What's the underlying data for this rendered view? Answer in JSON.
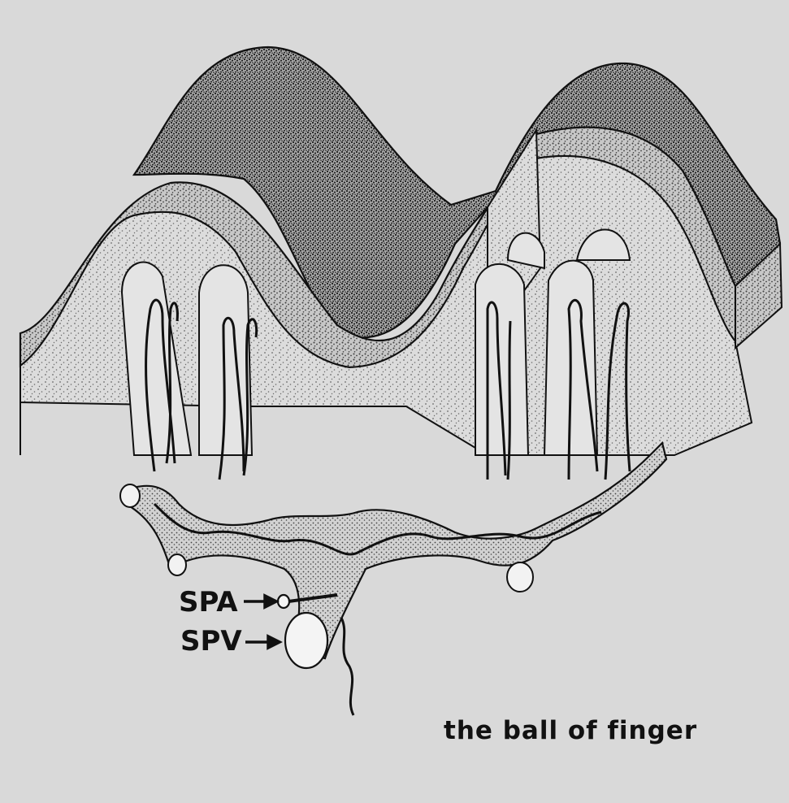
{
  "labels": {
    "spa": "SPA",
    "spv": "SPV",
    "caption": "the ball of finger"
  },
  "colors": {
    "background": "#d9d9d9",
    "ink": "#111111",
    "stipple_light": "#9a9a9a",
    "stipple_dark": "#3a3a3a"
  }
}
